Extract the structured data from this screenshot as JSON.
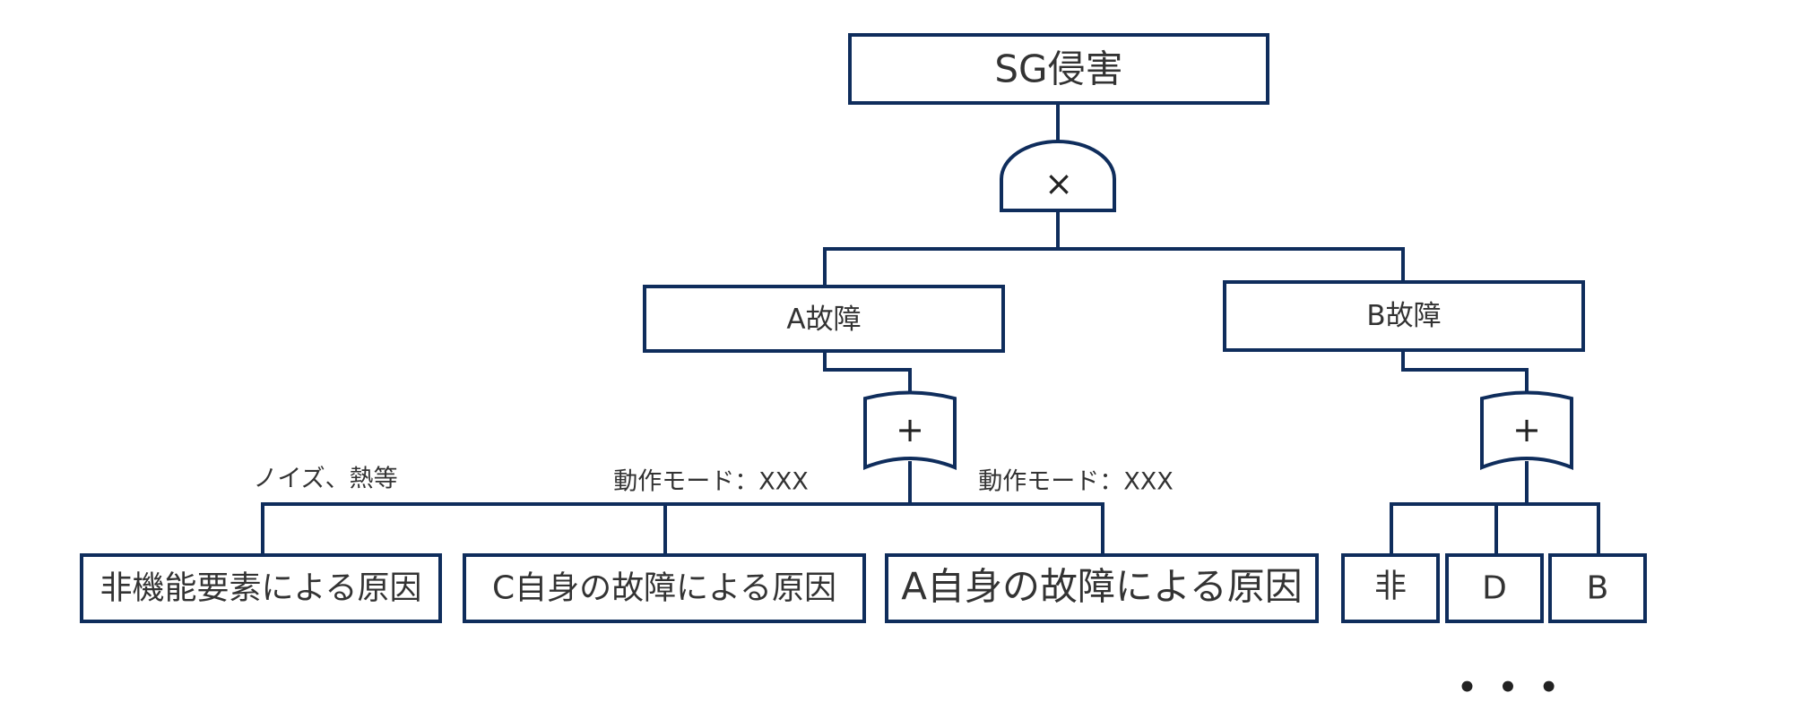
{
  "diagram": {
    "top_event": "SG侵害",
    "top_gate": "×",
    "intermediate": {
      "a_failure": "A故障",
      "b_failure": "B故障"
    },
    "gates": {
      "a_gate": "+",
      "b_gate": "+"
    },
    "edge_labels": {
      "noise_heat": "ノイズ、熱等",
      "mode_c": "動作モード：XXX",
      "mode_a": "動作モード：XXX"
    },
    "leaves": {
      "non_functional": "非機能要素による原因",
      "c_self": "C自身の故障による原因",
      "a_self": "A自身の故障による原因",
      "hi": "非",
      "d": "D",
      "b": "B"
    },
    "ellipsis": "• • •"
  },
  "colors": {
    "stroke": "#0f2d5c",
    "text": "#333333"
  }
}
